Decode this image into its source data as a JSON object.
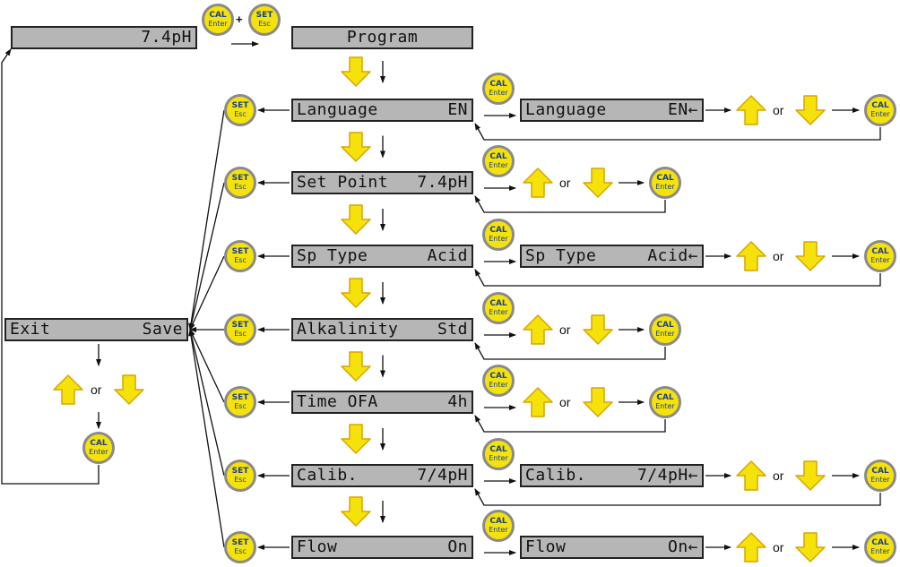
{
  "colors": {
    "lcd": "#b6b6b6",
    "button": "#f4e20a",
    "button_text": "#1a3f94",
    "button_ring": "#8a8a8a",
    "arrow": "#f4e20a",
    "arrow_outline": "#d9a400"
  },
  "buttons": {
    "cal": {
      "line1": "CAL",
      "line2": "Enter"
    },
    "set": {
      "line1": "SET",
      "line2": "Esc"
    }
  },
  "plus": "+",
  "or": "or",
  "home_display": {
    "left": "",
    "right": "7.4pH"
  },
  "program_display": {
    "label": "Program"
  },
  "exit_display": {
    "left": "Exit",
    "right": "Save"
  },
  "rows": [
    {
      "id": "language",
      "label": "Language",
      "value": "EN",
      "edit": {
        "label": "Language",
        "value": "EN←"
      }
    },
    {
      "id": "set-point",
      "label": "Set Point",
      "value": "7.4pH",
      "edit": null
    },
    {
      "id": "sp-type",
      "label": "Sp Type",
      "value": "Acid",
      "edit": {
        "label": "Sp Type",
        "value": "Acid←"
      }
    },
    {
      "id": "alkalinity",
      "label": "Alkalinity",
      "value": "Std",
      "edit": null
    },
    {
      "id": "time-ofa",
      "label": "Time OFA",
      "value": "4h",
      "edit": null
    },
    {
      "id": "calib",
      "label": "Calib.",
      "value": "7/4pH",
      "edit": {
        "label": "Calib.",
        "value": "7/4pH←"
      }
    },
    {
      "id": "flow",
      "label": "Flow",
      "value": "On",
      "edit": {
        "label": "Flow",
        "value": "On←"
      }
    }
  ],
  "icons": {
    "up": "up-arrow-icon",
    "down": "down-arrow-icon"
  }
}
